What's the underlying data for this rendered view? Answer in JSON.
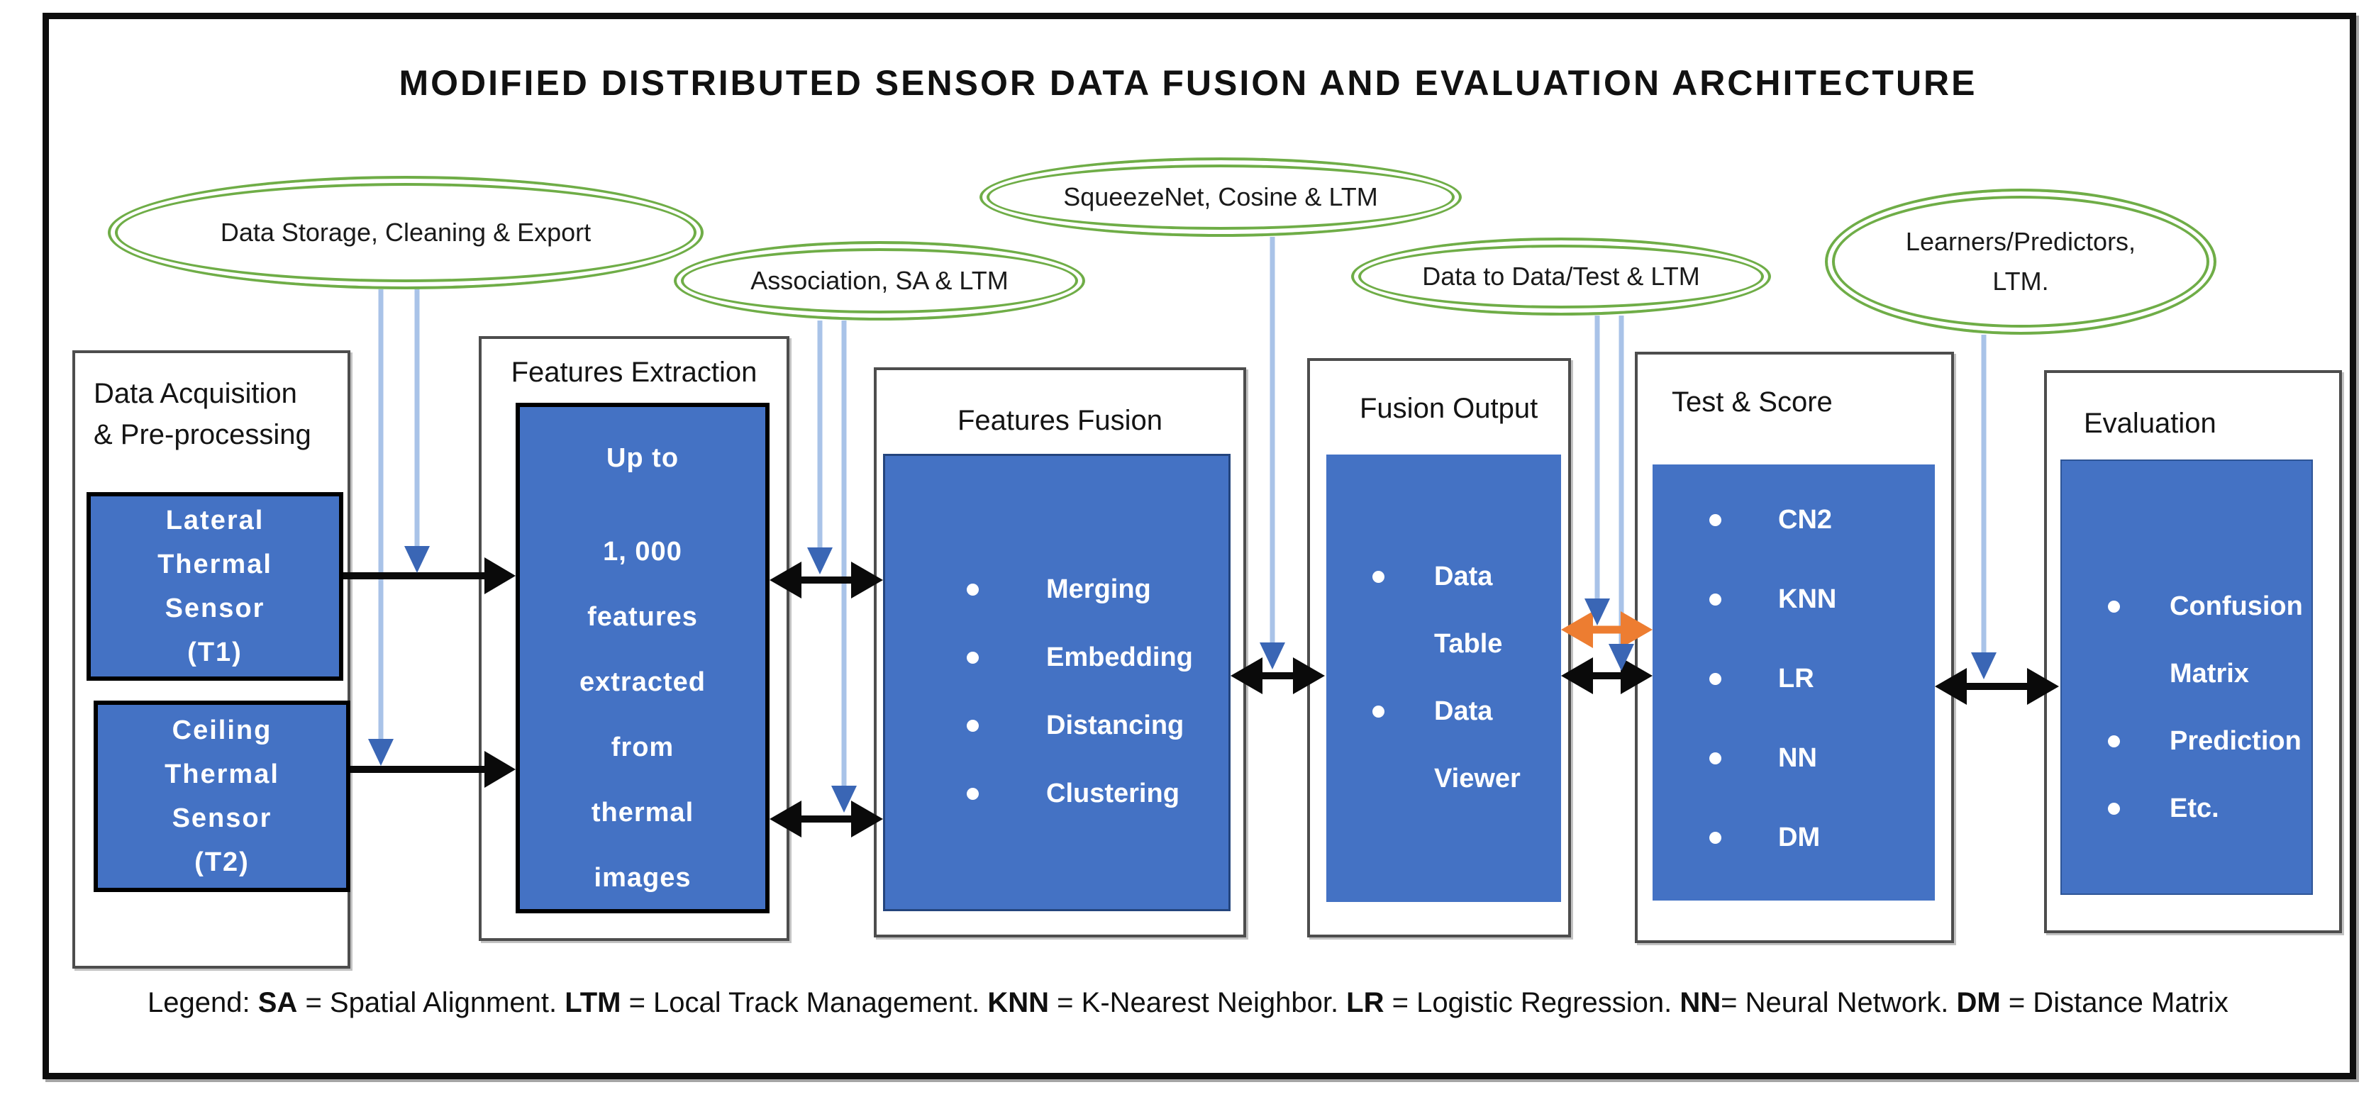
{
  "title": "MODIFIED DISTRIBUTED SENSOR DATA FUSION AND EVALUATION ARCHITECTURE",
  "ellipses": {
    "storage": {
      "label": "Data Storage, Cleaning & Export"
    },
    "association": {
      "label": "Association, SA & LTM"
    },
    "squeezenet": {
      "label": "SqueezeNet, Cosine & LTM"
    },
    "data_to_data": {
      "label": "Data to Data/Test & LTM"
    },
    "learners": {
      "line1": "Learners/Predictors,",
      "line2": "LTM."
    }
  },
  "boxes": {
    "data_acquisition": {
      "label_line1": "Data Acquisition",
      "label_line2": "& Pre-processing",
      "sensor1": {
        "lines": [
          "Lateral",
          "Thermal",
          "Sensor",
          "(T1)"
        ]
      },
      "sensor2": {
        "lines": [
          "Ceiling",
          "Thermal",
          "Sensor",
          "(T2)"
        ]
      }
    },
    "features_extraction": {
      "label": "Features Extraction",
      "body_lines": [
        "Up to",
        "1, 000",
        "features",
        "extracted",
        "from",
        "thermal",
        "images"
      ]
    },
    "features_fusion": {
      "label": "Features Fusion",
      "items": [
        "Merging",
        "Embedding",
        "Distancing",
        "Clustering"
      ]
    },
    "fusion_output": {
      "label": "Fusion Output",
      "items": [
        "Data Table",
        "Data Viewer"
      ]
    },
    "test_score": {
      "label": "Test & Score",
      "items": [
        "CN2",
        "KNN",
        "LR",
        "NN",
        "DM"
      ]
    },
    "evaluation": {
      "label": "Evaluation",
      "items": [
        "Confusion Matrix",
        "Prediction",
        "Etc."
      ]
    }
  },
  "legend": {
    "lead": "Legend: ",
    "sa_abbr": "SA",
    "sa_def": " = Spatial Alignment. ",
    "ltm_abbr": "LTM",
    "ltm_def": " = Local Track Management. ",
    "knn_abbr": "KNN",
    "knn_def": " = K-Nearest Neighbor. ",
    "lr_abbr": "LR",
    "lr_def": " = Logistic Regression. ",
    "nn_abbr": "NN",
    "nn_def": "= Neural Network. ",
    "dm_abbr": "DM",
    "dm_def": " = Distance Matrix"
  },
  "colors": {
    "node_blue": "#4472C4",
    "ellipse_green": "#6FAD47",
    "arrow_orange": "#ED7D31",
    "guide_line_blue": "#A9C3E8",
    "guide_arrow_blue": "#3A66B5"
  }
}
